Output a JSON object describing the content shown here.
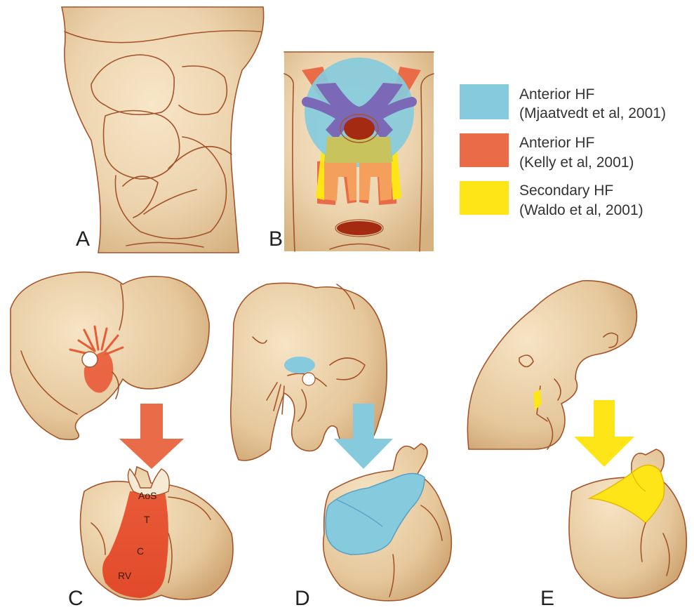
{
  "panels": {
    "a": "A",
    "b": "B",
    "c": "C",
    "d": "D",
    "e": "E"
  },
  "legend": [
    {
      "line1": "Anterior HF",
      "line2": "(Mjaatvedt et al, 2001)",
      "color": "#85cbdd"
    },
    {
      "line1": "Anterior HF",
      "line2": "(Kelly et al, 2001)",
      "color": "#ea6b47"
    },
    {
      "line1": "Secondary HF",
      "line2": "(Waldo et al, 2001)",
      "color": "#fde517"
    }
  ],
  "heart_labels": {
    "aos": "AoS",
    "t": "T",
    "c": "C",
    "rv": "RV"
  },
  "colors": {
    "tissue": "#ecd3ad",
    "tissue_shadow": "#d8b585",
    "outline": "#a4542a",
    "purple_overlap": "#7b68b6",
    "olive_overlap": "#c9c35e",
    "orange_overlap": "#f59f5d",
    "pharynx": "#a52a12"
  }
}
